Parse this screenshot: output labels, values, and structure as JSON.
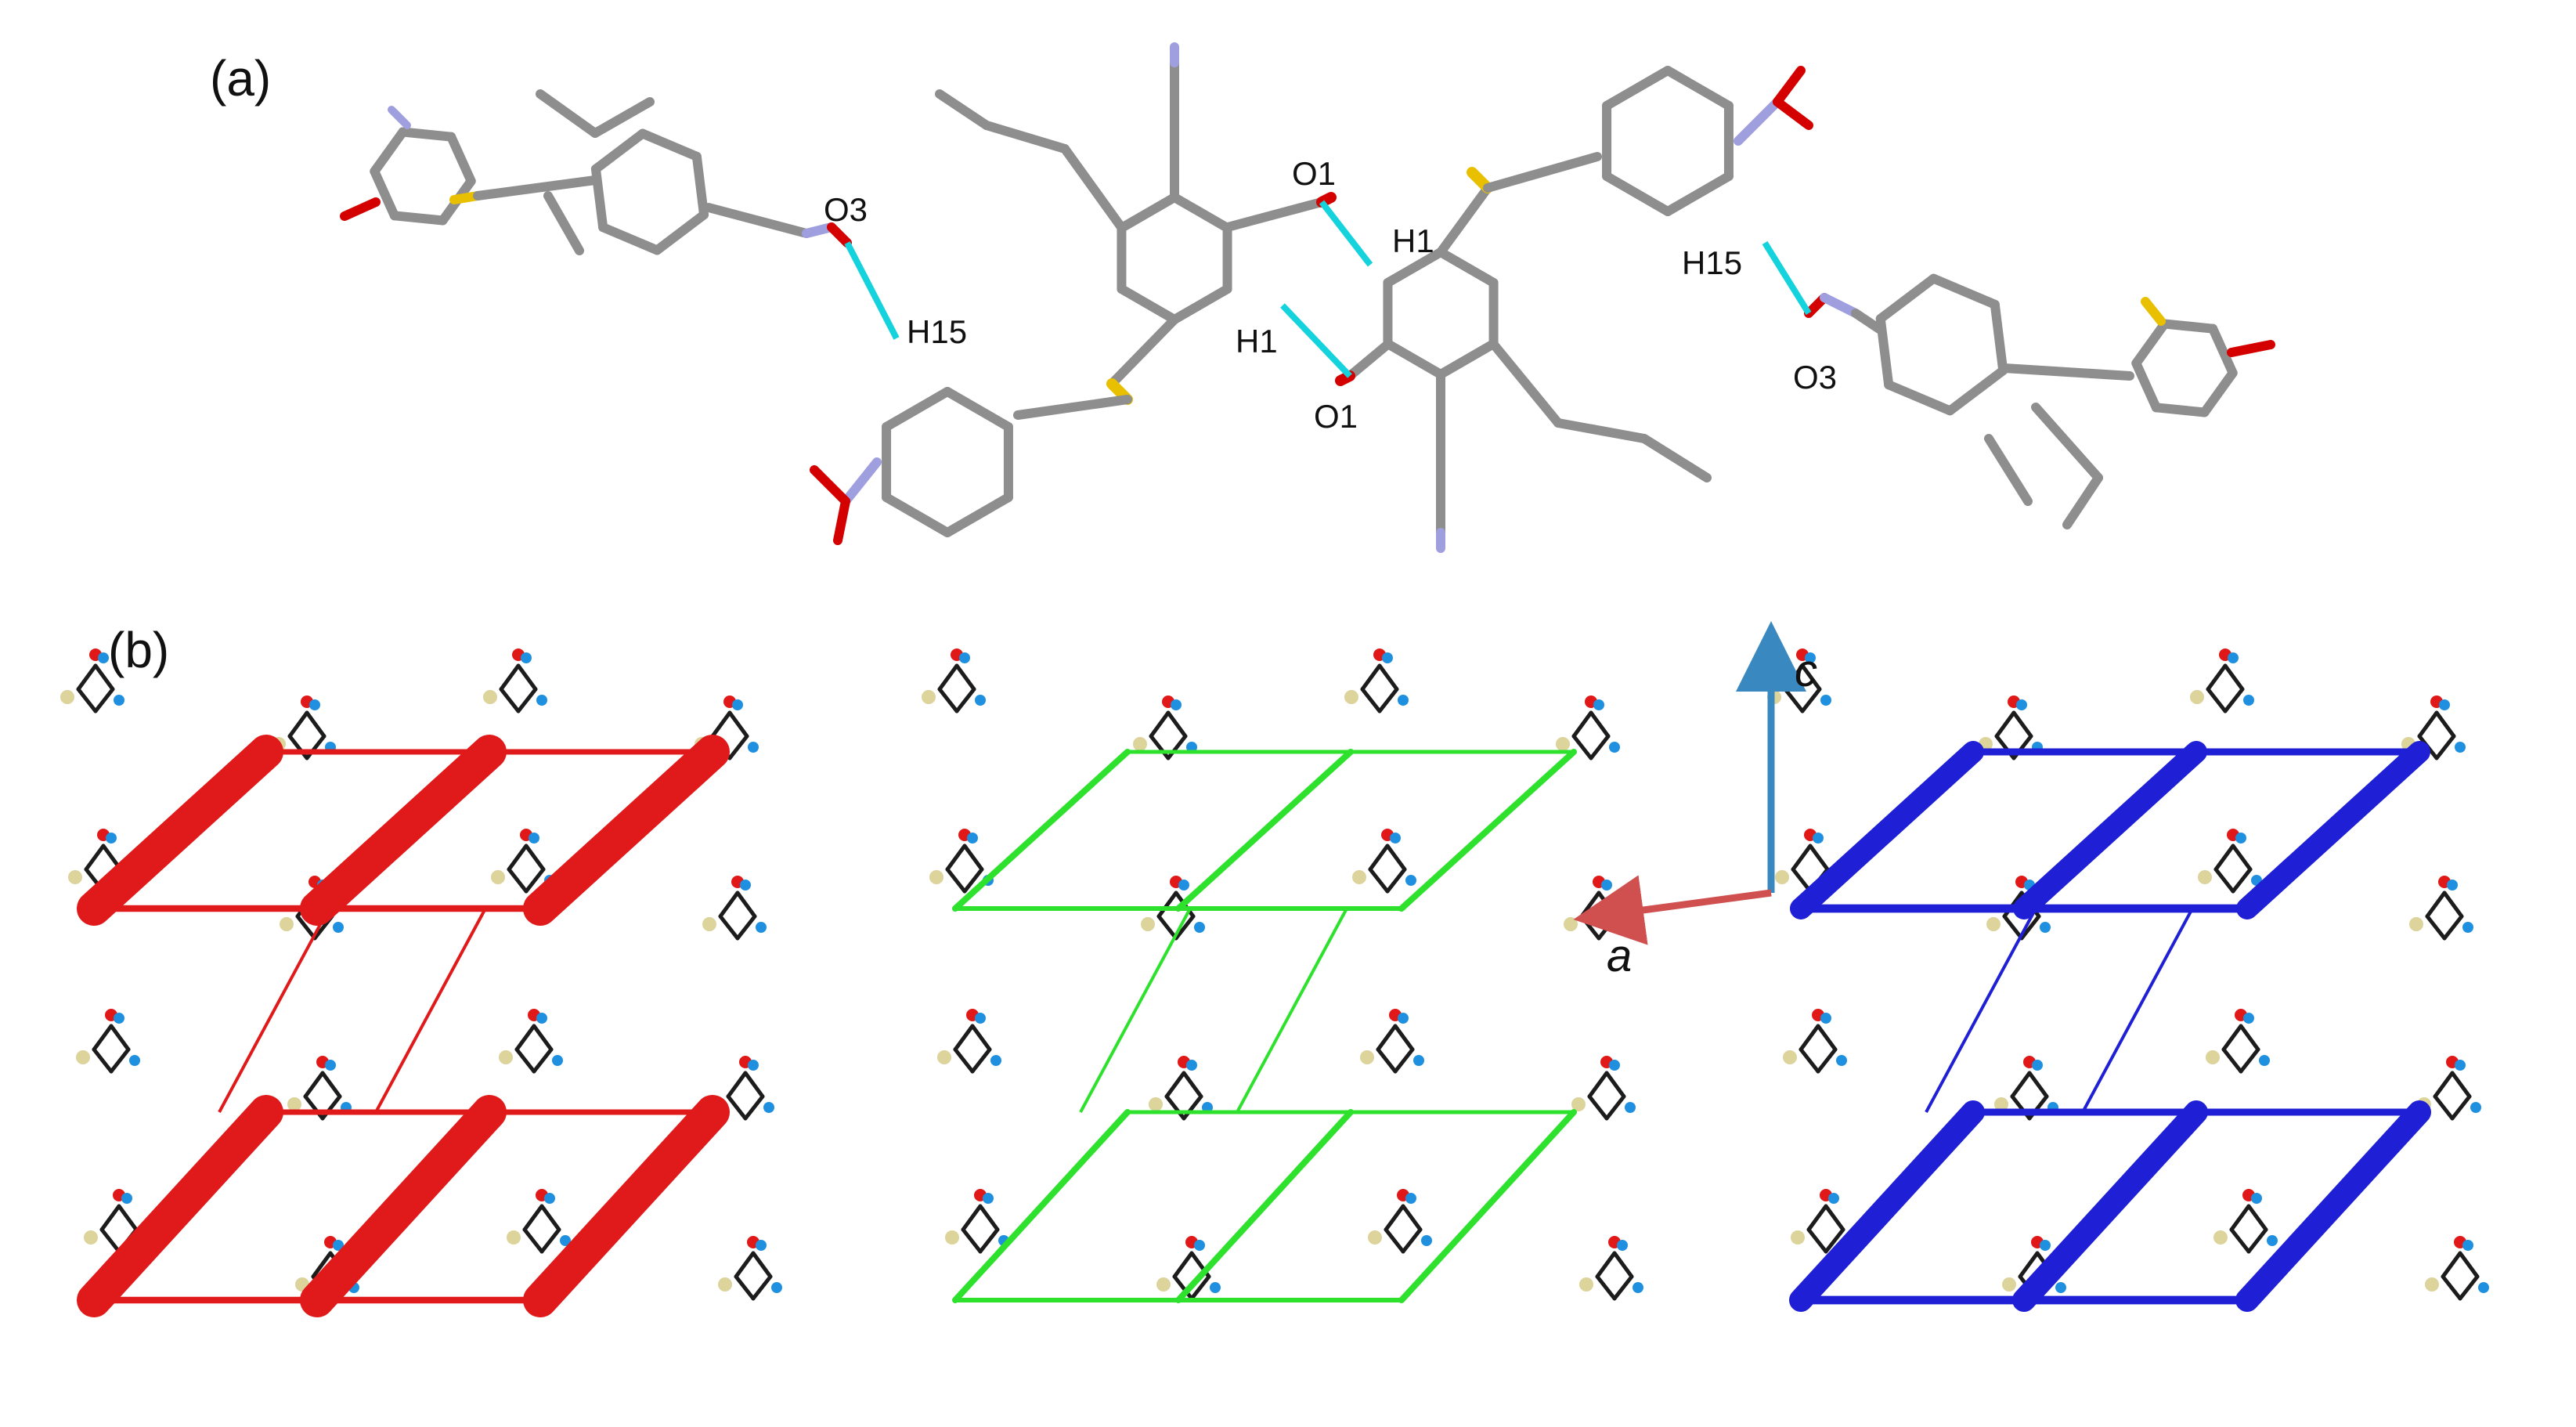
{
  "panels": {
    "a": {
      "label": "(a)"
    },
    "b": {
      "label": "(b)"
    }
  },
  "atom_labels": {
    "o3_left": "O3",
    "h15_left": "H15",
    "o1_top": "O1",
    "h1_top": "H1",
    "h1_bottom": "H1",
    "o1_bottom": "O1",
    "h15_right": "H15",
    "o3_right": "O3"
  },
  "axes": {
    "c": "c",
    "a": "a"
  },
  "colors": {
    "carbon_stick": "#8e8e8e",
    "hydrogen": "#d6d6d6",
    "oxygen": "#d40000",
    "nitrogen": "#9f9fe0",
    "sulfur": "#e8c000",
    "hbond": "#15d3dc",
    "ball_carbon": "#1c1c1c",
    "ball_oxygen": "#e01818",
    "ball_nitrogen": "#1f8fe0",
    "ball_sulfur": "#dcd49a",
    "framework_red": "#e01a1a",
    "framework_green": "#2de12d",
    "framework_blue": "#1f1fd6",
    "axis_c": "#3a88c0",
    "axis_a": "#d05050"
  }
}
